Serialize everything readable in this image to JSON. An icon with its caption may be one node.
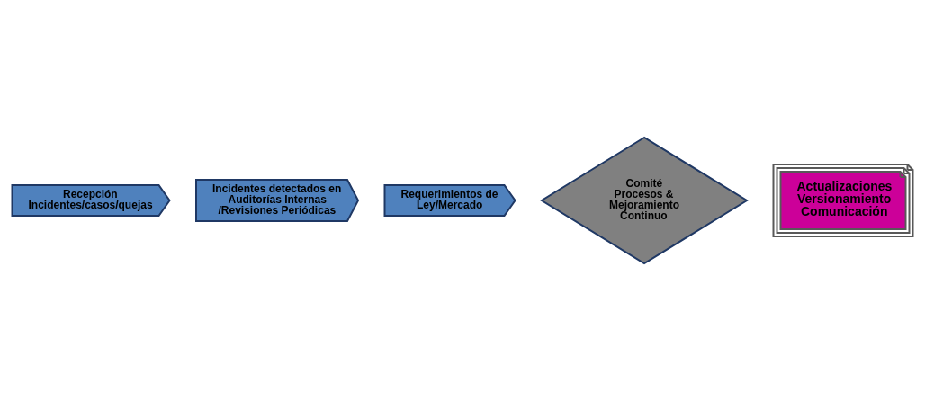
{
  "diagram": {
    "nodes": [
      {
        "text": [
          "Recepción Incidentes/casos/quejas"
        ]
      },
      {
        "text": [
          "Incidentes detectados en Auditorías Internas /Revisiones Periódicas"
        ]
      },
      {
        "text": [
          "Requerimientos de Ley/Mercado"
        ]
      },
      {
        "text": [
          "Comité Procesos & Mejoramiento Continuo"
        ]
      },
      {
        "text": [
          "Actualizaciones Versionamiento Comunicación"
        ]
      }
    ],
    "edges": []
  }
}
